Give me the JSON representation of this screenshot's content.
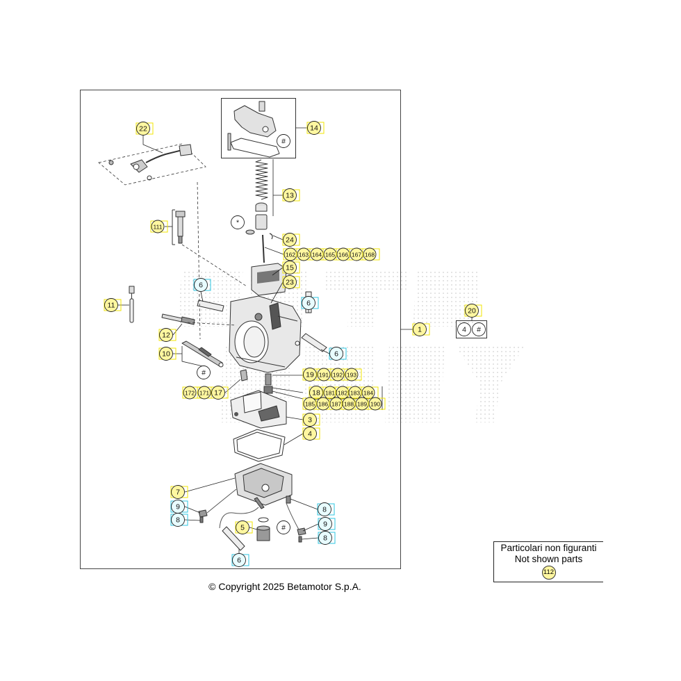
{
  "copyright": "© Copyright 2025 Betamotor S.p.A.",
  "not_shown": {
    "line1": "Particolari non figuranti",
    "line2": "Not shown parts",
    "ref": "112"
  },
  "colors": {
    "callout_fill": "#fff7a0",
    "callout_highlight": "#f2e600",
    "alt_callout_fill": "#e8fcff",
    "alt_callout_highlight": "#2cc6e0",
    "line": "#222222",
    "watermark": "#c9c9c9"
  },
  "callouts": [
    "22",
    "14",
    "#",
    "13",
    "*",
    "111",
    "24",
    "162",
    "163",
    "164",
    "165",
    "166",
    "167",
    "168",
    "15",
    "23",
    "6",
    "6",
    "11",
    "20",
    "4",
    "#",
    "1",
    "12",
    "6",
    "10",
    "#",
    "19",
    "191",
    "192",
    "193",
    "172",
    "171",
    "17",
    "18",
    "181",
    "182",
    "183",
    "184",
    "185",
    "186",
    "187",
    "188",
    "189",
    "190",
    "3",
    "4",
    "7",
    "9",
    "8",
    "8",
    "9",
    "5",
    "#",
    "8",
    "6"
  ]
}
